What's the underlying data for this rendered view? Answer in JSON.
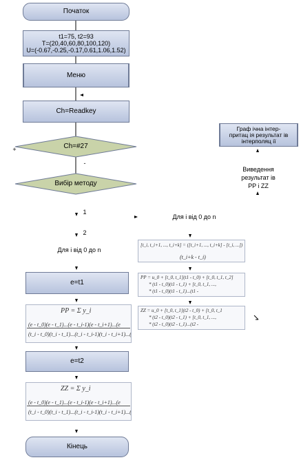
{
  "start": "Початок",
  "init": {
    "line1": "t1=75, t2=93",
    "line2": "T=(20,40,60,80,100,120)",
    "line3": "U=(-0.67,-0.25,-0.17,0.61,1.06,1.52)"
  },
  "menu": "Меню",
  "readkey": "Ch=Readkey",
  "check": "Ch=#27",
  "plus": "+",
  "minus": "-",
  "choose": "Вибір методу",
  "branch1": "1",
  "branch2": "2",
  "loop_left": "Для і від 0 до n",
  "loop_right": "Для і від 0 до n",
  "e1": "e=t1",
  "e2": "e=t2",
  "end": "Кінець",
  "graph": "Граф ічна інтер-\nпритац ія результат ів\nінтерполяц ії",
  "output": "Виведення\nрезультат ів\nPP і ZZ",
  "formula_diff": {
    "l1": "[t_i, t_i+1, ..., t_i+k] = ([t_i+1, ..., t_i+k] - [t_i, ...])",
    "l2": "(t_i+k - t_i)"
  },
  "formula_pp": {
    "l1": "PP = u_0 + [t_0, t_1](t1 - t_0) + [t_0, t_1, t_2]",
    "l2": "* (t1 - t_0)(t1 - t_1) + [t_0, t_1, ...,",
    "l3": "* (t1 - t_0)(t1 - t_1)...(t1 -"
  },
  "formula_zz": {
    "l1": "ZZ = u_0 + [t_0, t_1](t2 - t_0) + [t_0, t_1",
    "l2": "* (t2 - t_0)(t2 - t_1) + [t_0, t_1, ...,",
    "l3": "* (t2 - t_0)(t2 - t_1)...(t2 -"
  },
  "lagr1": {
    "head": "PP = Σ y_i",
    "num": "(e - t_0)(e - t_1)...(e - t_i-1)(e - t_i+1)...(e",
    "den": "(t_i - t_0)(t_i - t_1)...(t_i - t_i-1)(t_i - t_i+1)...(t"
  },
  "lagr2": {
    "head": "ZZ = Σ y_i",
    "num": "(e - t_0)(e - t_1)...(e - t_i-1)(e - t_i+1)...(e",
    "den": "(t_i - t_0)(t_i - t_1)...(t_i - t_i-1)(t_i - t_i+1)...(t"
  }
}
